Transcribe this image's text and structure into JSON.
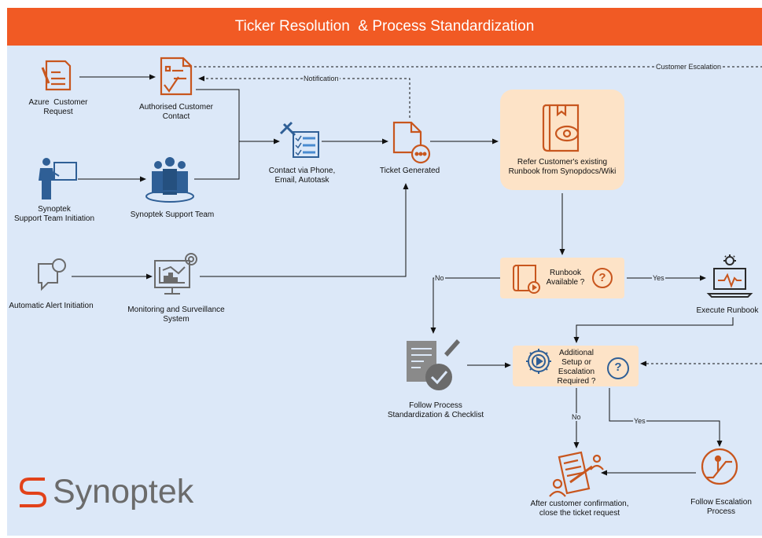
{
  "title": "Ticker Resolution  & Process Standardization",
  "nodes": {
    "azure_request": "Azure  Customer\nRequest",
    "authorised_contact": "Authorised Customer\nContact",
    "support_initiation": "Synoptek\nSupport Team Initiation",
    "support_team": "Synoptek Support Team",
    "contact_via": "Contact via Phone,\nEmail, Autotask",
    "ticket_generated": "Ticket Generated",
    "refer_runbook": "Refer Customer's existing\nRunbook from Synopdocs/Wiki",
    "auto_alert": "Automatic Alert Initiation",
    "monitoring": "Monitoring and Surveillance\nSystem",
    "runbook_available": "Runbook\nAvailable ?",
    "execute_runbook": "Execute Runbook",
    "follow_process": "Follow Process\nStandardization & Checklist",
    "additional_setup": "Additional\nSetup or\nEscalation\nRequired ?",
    "follow_escalation": "Follow Escalation\nProcess",
    "after_confirmation": "After customer confirmation,\nclose the ticket request"
  },
  "edge_labels": {
    "notification": "Notification",
    "customer_escalation": "Customer Escalation",
    "no_1": "No",
    "yes_1": "Yes",
    "no_2": "No",
    "yes_2": "Yes"
  },
  "question_glyph": "?",
  "brand": {
    "logo_text": "Synoptek",
    "header_color": "#f15a24",
    "accent_orange": "#c8561e",
    "icon_blue": "#2f5f96",
    "icon_gray": "#6b6b6b",
    "box_fill": "#fde3c7",
    "background": "#dce8f8"
  }
}
